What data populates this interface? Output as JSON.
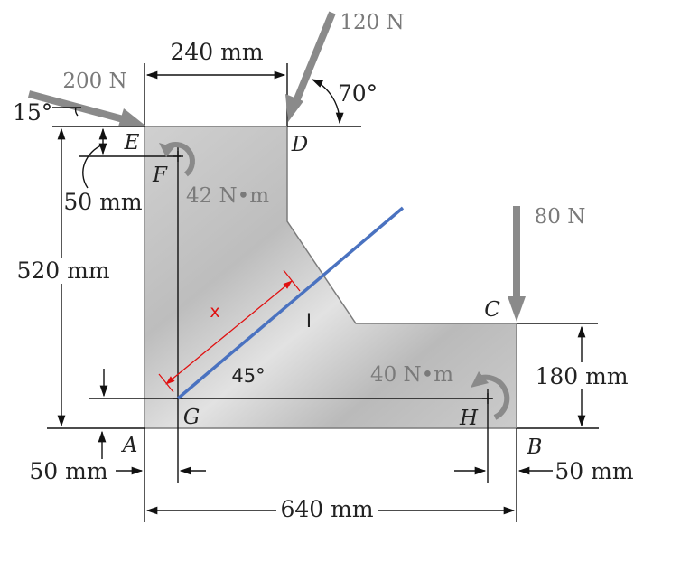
{
  "forces": {
    "f200": {
      "label": "200 N",
      "angle": "15°"
    },
    "f120": {
      "label": "120 N",
      "angle": "70°"
    },
    "f80": {
      "label": "80 N"
    }
  },
  "couples": {
    "c42": {
      "label": "42 N•m"
    },
    "c40": {
      "label": "40 N•m"
    }
  },
  "points": {
    "A": "A",
    "B": "B",
    "C": "C",
    "D": "D",
    "E": "E",
    "F": "F",
    "G": "G",
    "H": "H"
  },
  "dimensions": {
    "top_width": "240 mm",
    "height_left": "520 mm",
    "f_offset": "50 mm",
    "step_height": "180 mm",
    "bottom_width": "640 mm",
    "a_offset": "50 mm",
    "b_offset": "50 mm"
  },
  "section": {
    "x_label": "x",
    "i_label": "I",
    "angle": "45°"
  },
  "colors": {
    "section_line": "#4a72c0",
    "x_dimension": "#e01010",
    "force": "#8a8a8a"
  }
}
